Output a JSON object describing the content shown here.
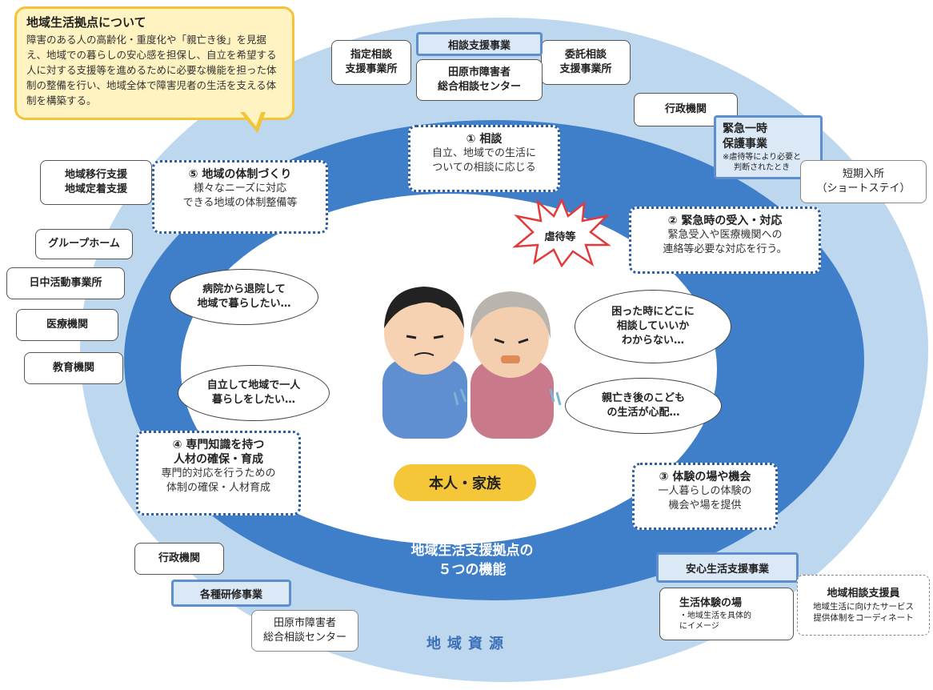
{
  "note": {
    "title": "地域生活拠点について",
    "body": "障害のある人の高齢化・重度化や「親亡き後」を見据え、地域での暮らしの安心感を担保し、自立を希望する人に対する支援等を進めるために必要な機能を担った体制の整備を行い、地域全体で障害児者の生活を支える体制を構築する。"
  },
  "consult": {
    "header": "相談支援事業",
    "center": "田原市障害者\n総合相談センター",
    "left": "指定相談\n支援事業所",
    "right": "委託相談\n支援事業所"
  },
  "admin_top": "行政機関",
  "emergency": {
    "title": "緊急一時\n保護事業",
    "note": "※虐待等により必要と\n判断されたとき"
  },
  "short_stay": "短期入所\n（ショートステイ）",
  "left_resources": [
    "地域移行支援\n地域定着支援",
    "グループホーム",
    "日中活動事業所",
    "医療機関",
    "教育機関"
  ],
  "functions": [
    {
      "title": "① 相談",
      "desc": "自立、地域での生活に\nついての相談に応じる"
    },
    {
      "title": "② 緊急時の受入・対応",
      "desc": "緊急受入や医療機関への\n連絡等必要な対応を行う。"
    },
    {
      "title": "③ 体験の場や機会",
      "desc": "一人暮らしの体験の\n機会や場を提供"
    },
    {
      "title": "④ 専門知識を持つ\n人材の確保・育成",
      "desc": "専門的対応を行うための\n体制の確保・人材育成"
    },
    {
      "title": "⑤ 地域の体制づくり",
      "desc": "様々なニーズに対応\nできる地域の体制整備等"
    }
  ],
  "abuse": "虐待等",
  "bubbles": [
    "病院から退院して\n地域で暮らしたい…",
    "自立して地域で一人\n暮らしをしたい…",
    "困った時にどこに\n相談していいか\nわからない…",
    "親亡き後のこども\nの生活が心配…"
  ],
  "center_label": "本人・家族",
  "middle_title": "地域生活支援拠点の\n５つの機能",
  "resource_title": "地域資源",
  "bottom_left": {
    "admin": "行政機関",
    "training": "各種研修事業",
    "center": "田原市障害者\n総合相談センター"
  },
  "bottom_right": {
    "header": "安心生活支援事業",
    "experience_title": "生活体験の場",
    "experience_desc": "・地域生活を具体的\nにイメージ",
    "coord_title": "地域相談支援員",
    "coord_desc": "地域生活に向けたサービス\n提供体制をコーディネート"
  }
}
